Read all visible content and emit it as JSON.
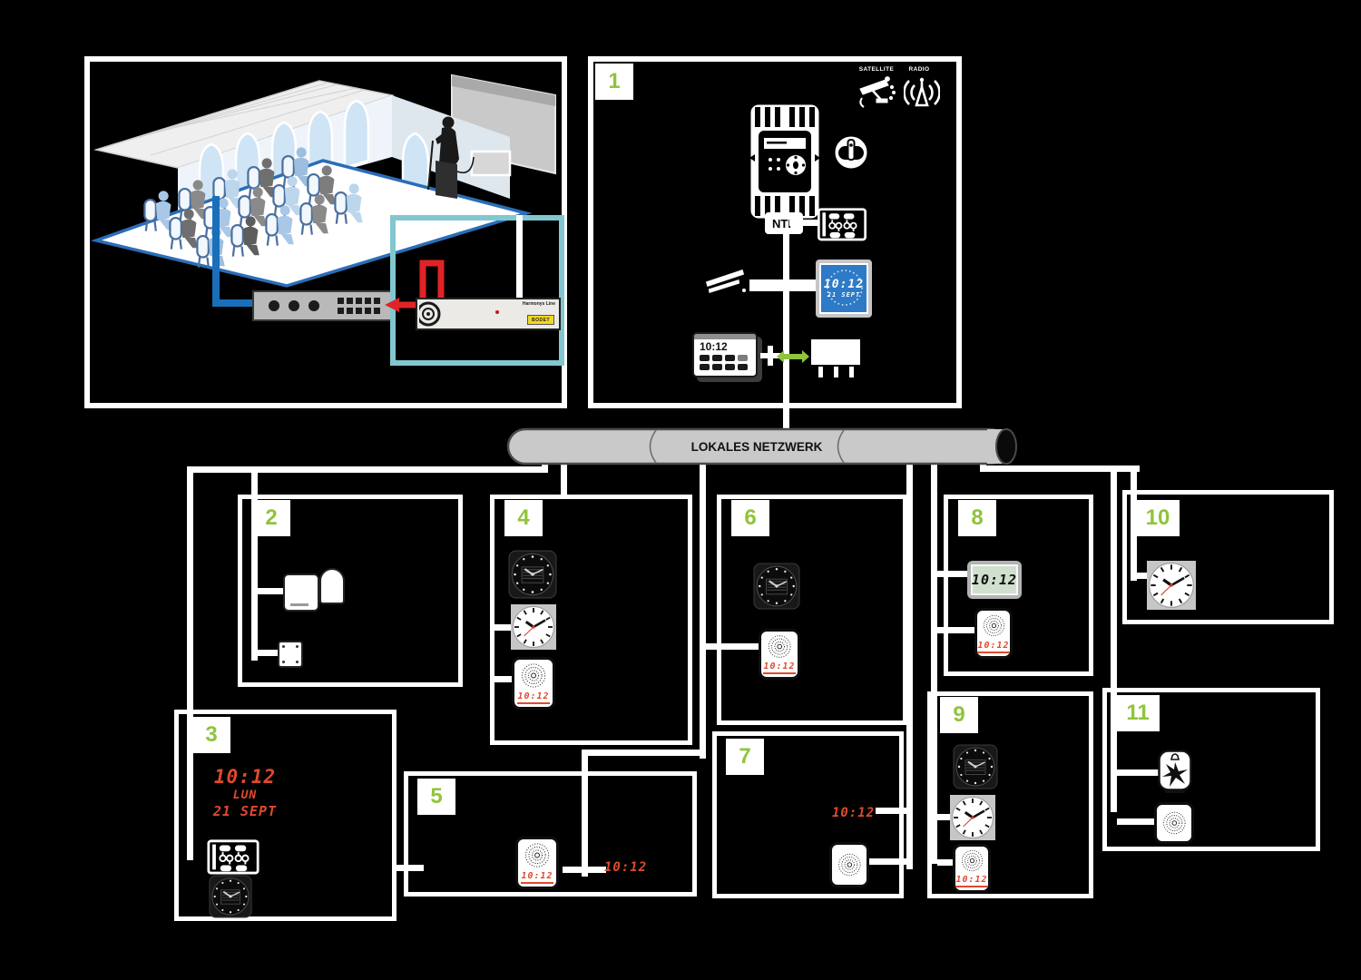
{
  "colors": {
    "accent_green": "#8FC43C",
    "led_red": "#E0492F",
    "bus_gray": "#C9C9C9",
    "screen_blue": "#2E7AC7",
    "lcd_green": "#CFE0CF",
    "cable_blue": "#1A6FBA",
    "cable_red": "#E02327",
    "teal_border": "#82C7D0"
  },
  "network": {
    "bus_label": "LOKALES NETZWERK"
  },
  "room": {
    "amp_brand": "Harmonys Line",
    "amp_badge": "BODET"
  },
  "zone1": {
    "number": "1",
    "satellite_label": "SATELLITE",
    "radio_label": "RADIO",
    "ntp_label": "NTP",
    "wall_clock_time": "10:12",
    "wall_clock_date": "21 SEPT",
    "keypad_time": "10:12"
  },
  "zones": {
    "z2": {
      "number": "2"
    },
    "z3": {
      "number": "3",
      "led_time": "10:12",
      "led_day": "LUN",
      "led_date": "21 SEPT"
    },
    "z4": {
      "number": "4",
      "speaker_time": "10:12"
    },
    "z5": {
      "number": "5",
      "speaker_time": "10:12",
      "led_time": "10:12"
    },
    "z6": {
      "number": "6",
      "speaker_time": "10:12"
    },
    "z7": {
      "number": "7",
      "led_time": "10:12"
    },
    "z8": {
      "number": "8",
      "lcd_time": "10:12",
      "speaker_time": "10:12"
    },
    "z9": {
      "number": "9",
      "speaker_time": "10:12"
    },
    "z10": {
      "number": "10"
    },
    "z11": {
      "number": "11"
    }
  }
}
